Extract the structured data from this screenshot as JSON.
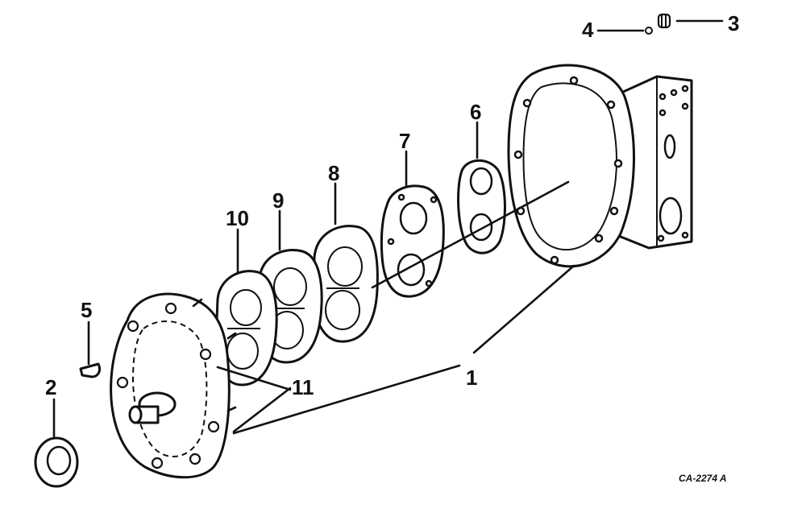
{
  "callouts": {
    "c1": "1",
    "c2": "2",
    "c3": "3",
    "c4": "4",
    "c5": "5",
    "c6": "6",
    "c7": "7",
    "c8": "8",
    "c9": "9",
    "c10": "10",
    "c11": "11"
  },
  "drawing_code": "CA-2274 A"
}
